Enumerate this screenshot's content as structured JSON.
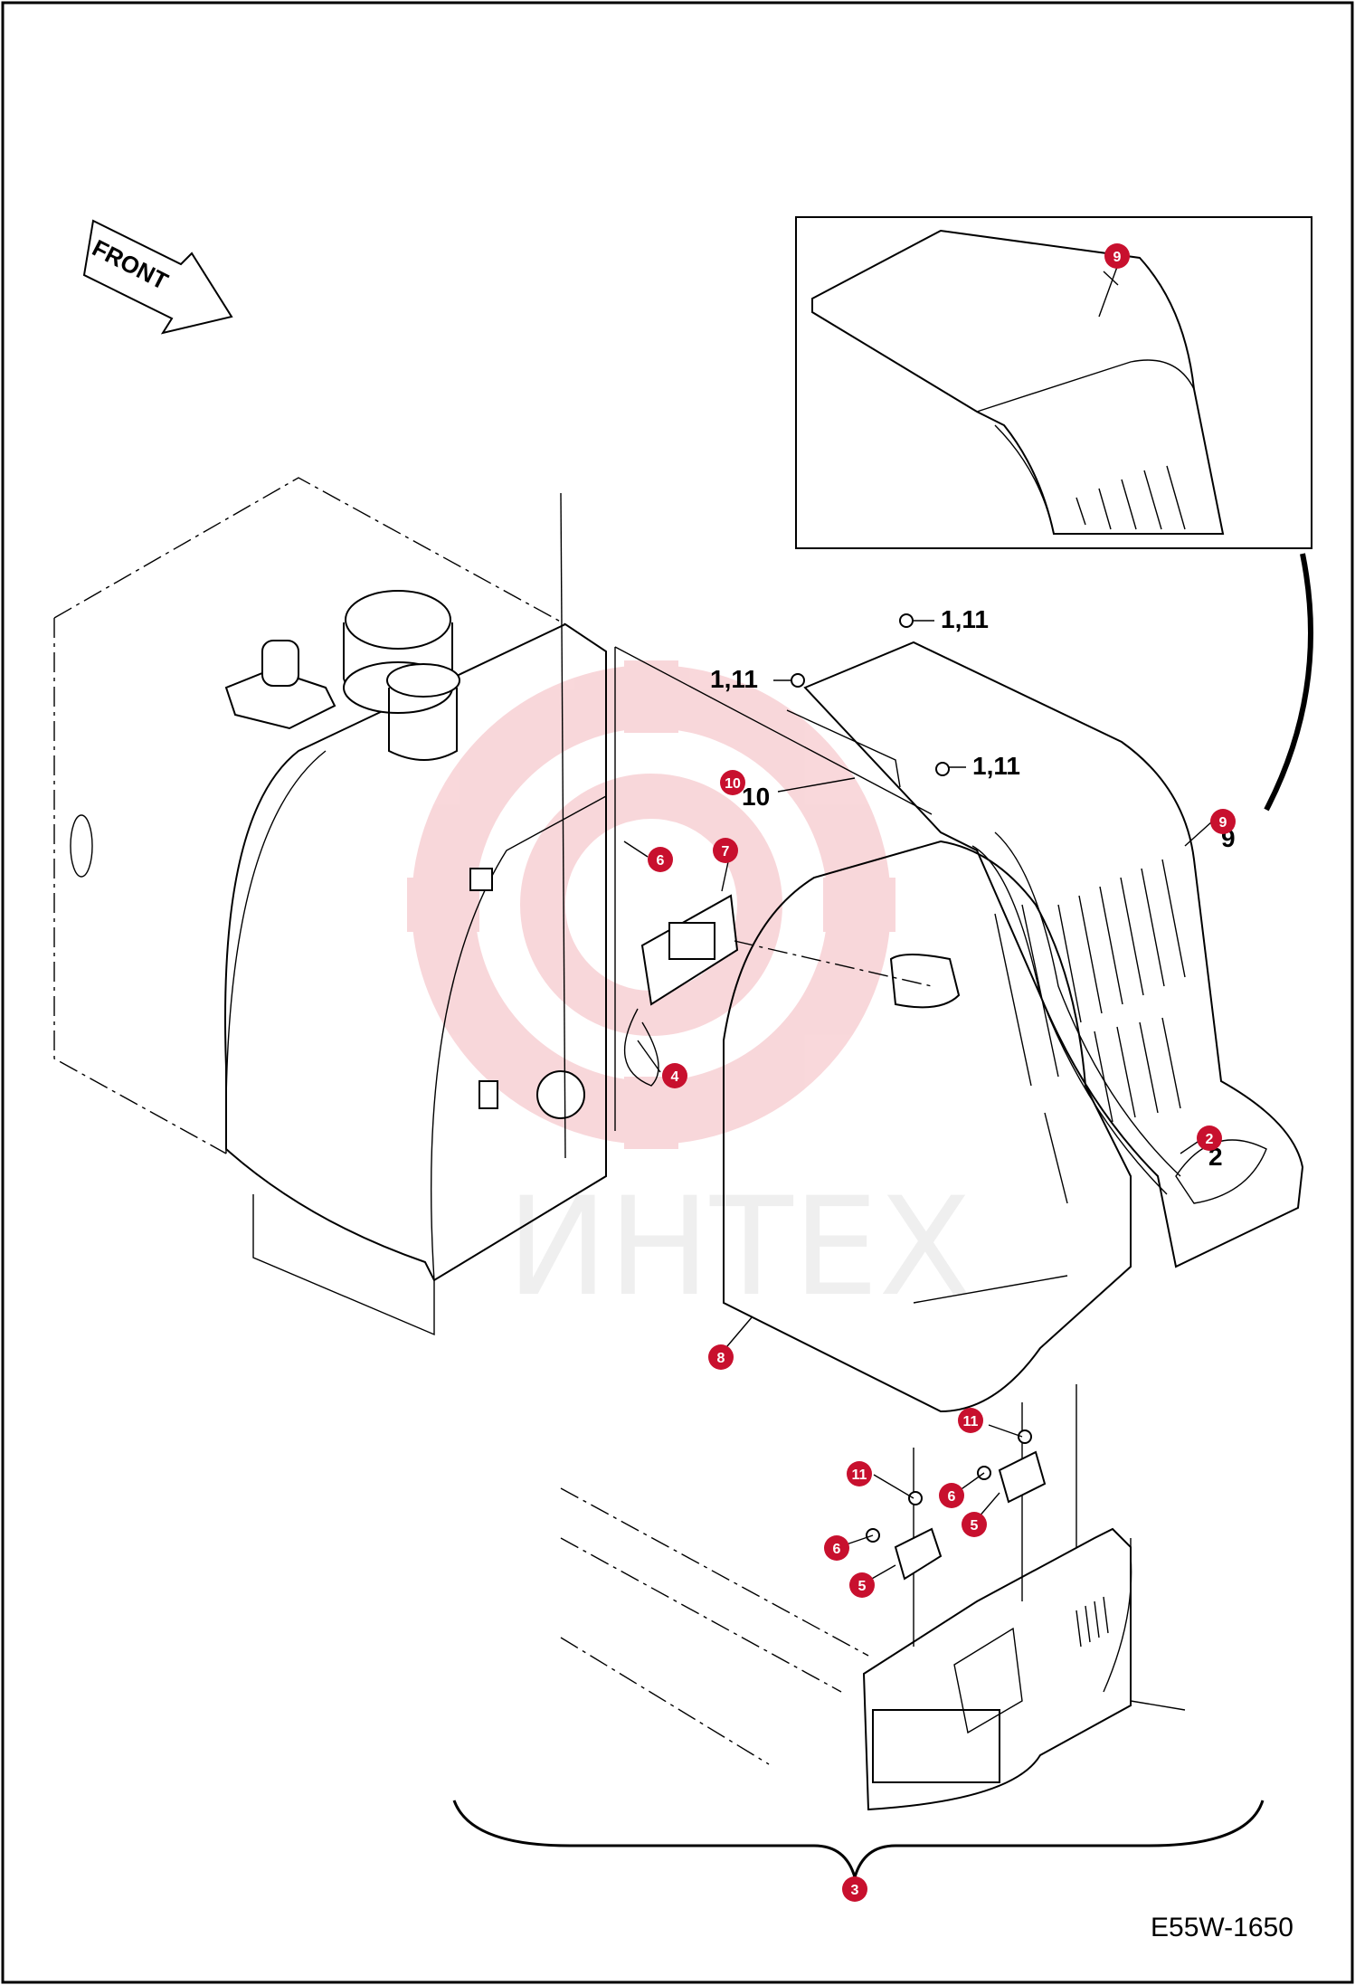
{
  "front_arrow_label": "FRONT",
  "drawing_number": "E55W-1650",
  "watermark_text": "ИНТЕХ",
  "accent_color": "#c8102e",
  "callouts": {
    "c1": "1,11",
    "c2": "1,11",
    "c3": "1,11",
    "c10": "10",
    "c9": "9",
    "c2b": "2"
  },
  "markers": {
    "m9_inset": "9",
    "m10": "10",
    "m7": "7",
    "m6_top": "6",
    "m4": "4",
    "m9": "9",
    "m2": "2",
    "m8": "8",
    "m11_a": "11",
    "m11_b": "11",
    "m6_a": "6",
    "m6_b": "6",
    "m5_a": "5",
    "m5_b": "5",
    "m3": "3"
  }
}
